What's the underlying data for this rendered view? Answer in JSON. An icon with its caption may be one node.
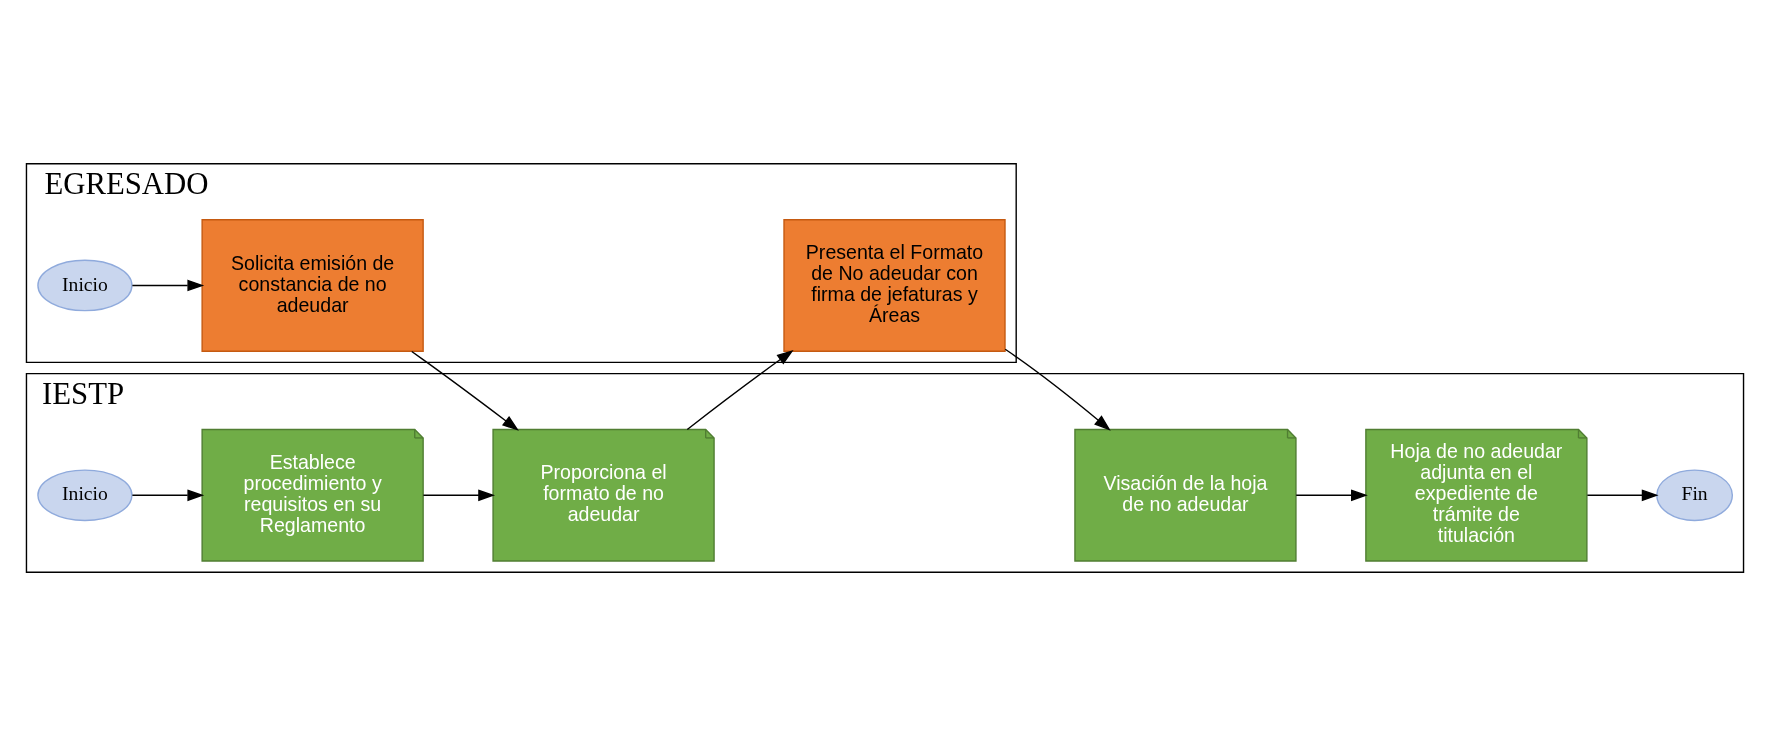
{
  "diagram": {
    "nodes": [
      {
        "text": [
          "EGRESADO"
        ]
      },
      {
        "text": [
          "Inicio"
        ],
        "in": 0
      },
      {
        "text": [
          "Solicita emisión de constancia de no adeudar"
        ],
        "in": 0
      },
      {
        "text": [
          "Presenta el Formato de No adeudar con firma de jefaturas y Áreas"
        ],
        "in": 0
      },
      {
        "text": [
          "IESTP"
        ]
      },
      {
        "text": [
          "Inicio"
        ],
        "in": 4
      },
      {
        "text": [
          "Establece procedimiento y requisitos en su Reglamento"
        ],
        "in": 4
      },
      {
        "text": [
          "Proporciona el formato de no adeudar"
        ],
        "in": 4
      },
      {
        "text": [
          "Visación de la hoja de no adeudar"
        ],
        "in": 4
      },
      {
        "text": [
          "Hoja de no adeudar adjunta en el expediente de trámite de titulación"
        ],
        "in": 4
      },
      {
        "text": [
          "Fin"
        ],
        "in": 4
      }
    ],
    "edges": [
      {
        "from": 1,
        "to": 2,
        "arrow": "to"
      },
      {
        "from": 2,
        "to": 7,
        "arrow": "to"
      },
      {
        "from": 5,
        "to": 6,
        "arrow": "to"
      },
      {
        "from": 6,
        "to": 7,
        "arrow": "to"
      },
      {
        "from": 7,
        "to": 3,
        "arrow": "to"
      },
      {
        "from": 3,
        "to": 8,
        "arrow": "to"
      },
      {
        "from": 8,
        "to": 9,
        "arrow": "to"
      },
      {
        "from": 9,
        "to": 10,
        "arrow": "to"
      }
    ]
  }
}
